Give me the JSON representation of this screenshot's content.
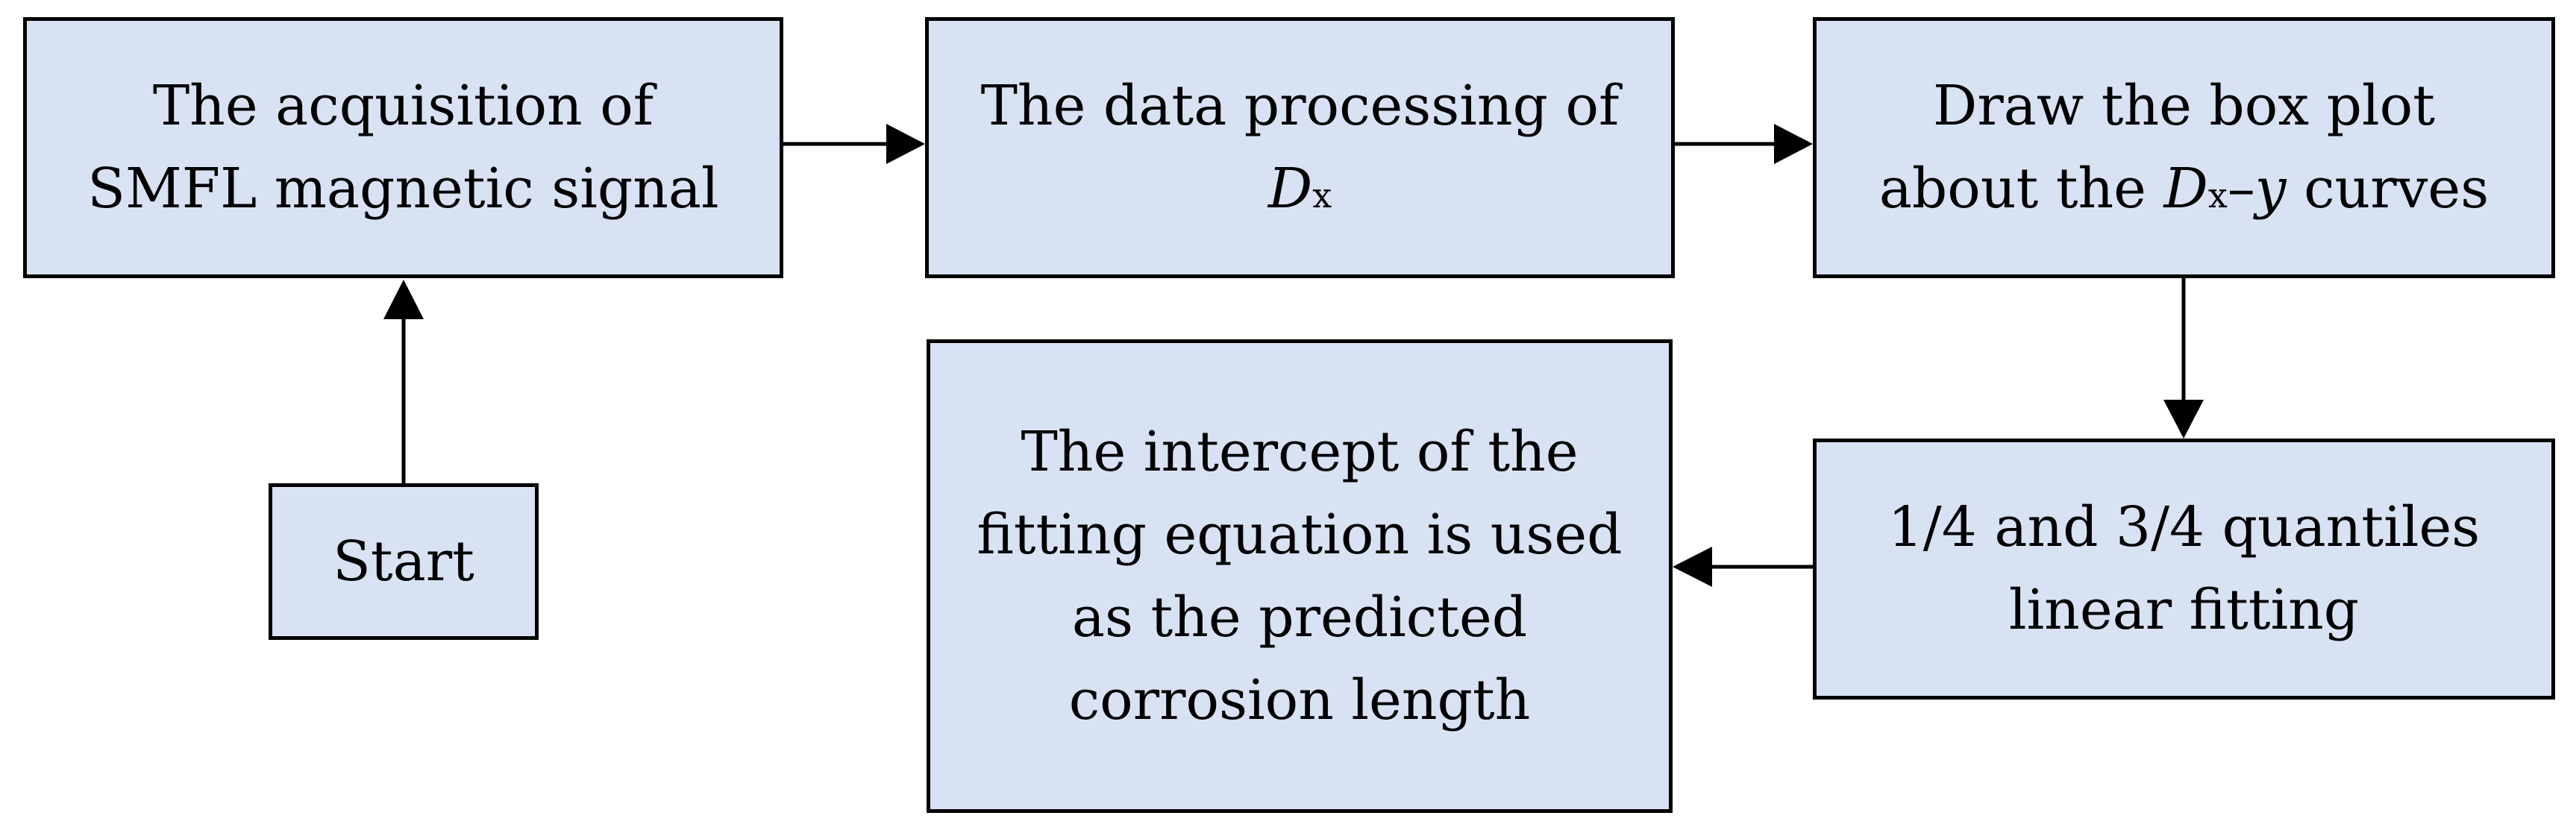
{
  "nodes": {
    "start": {
      "label": "Start"
    },
    "acquisition": {
      "lines": [
        "The acquisition of",
        "SMFL magnetic signal"
      ]
    },
    "processing": {
      "line1": "The data processing of",
      "var": "D",
      "sub": "x"
    },
    "boxplot": {
      "line1": "Draw the box plot",
      "line2_pre": "about the ",
      "var": "D",
      "sub": "x",
      "dash": "–",
      "y": "y",
      "line2_post": " curves"
    },
    "fitting": {
      "lines": [
        "1/4 and 3/4 quantiles",
        "linear fitting"
      ]
    },
    "intercept": {
      "lines": [
        "The intercept of the",
        "fitting equation is used",
        "as the predicted",
        "corrosion length"
      ]
    }
  },
  "colors": {
    "box_fill": "#d9e2f3",
    "stroke": "#000000"
  }
}
